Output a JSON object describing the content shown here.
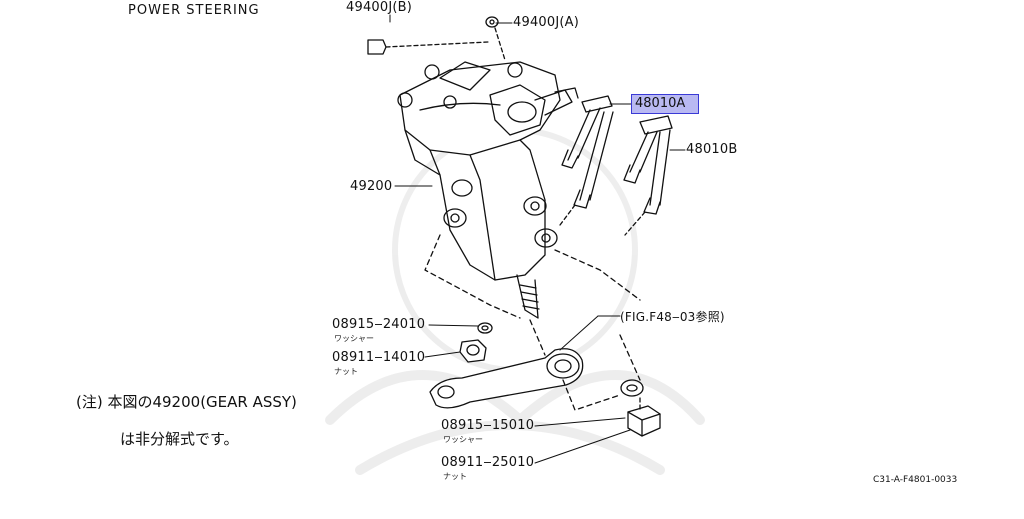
{
  "title": "POWER STEERING",
  "parts": {
    "p49400j_b": "49400J(B)",
    "p49400j_a": "49400J(A)",
    "p48010a": "48010A",
    "p48010b": "48010B",
    "p49200": "49200",
    "p08915_24010": "08915‒24010",
    "p08915_24010_sub": "ワッシャー",
    "p08911_14010": "08911‒14010",
    "p08911_14010_sub": "ナット",
    "fig_ref": "(FIG.F48‒03参照)",
    "p08915_15010": "08915‒15010",
    "p08915_15010_sub": "ワッシャー",
    "p08911_25010": "08911‒25010",
    "p08911_25010_sub": "ナット"
  },
  "note": {
    "line1": "(注) 本図の49200(GEAR ASSY)",
    "line2": "は非分解式です。"
  },
  "drawing_code": "C31-A-F4801-0033",
  "highlight_color": "#b9b9f2"
}
